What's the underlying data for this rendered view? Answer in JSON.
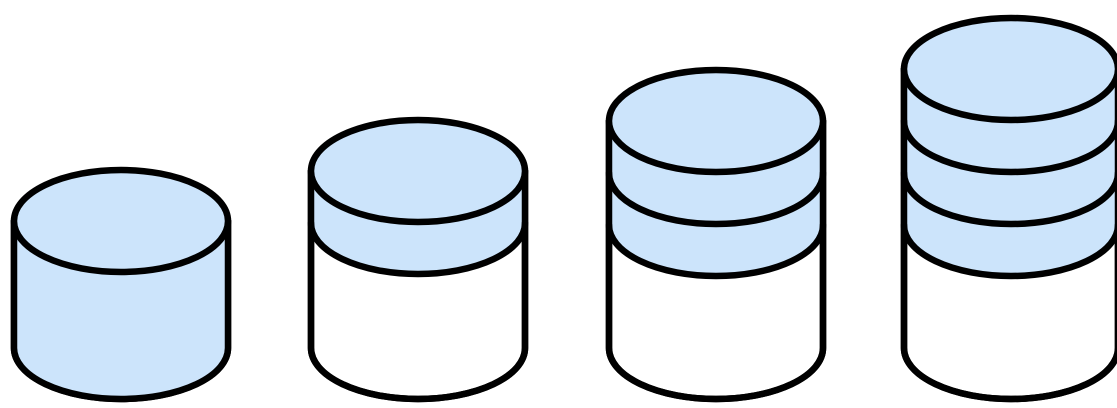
{
  "diagram": {
    "colors": {
      "fill": "#cce4fb",
      "empty": "#ffffff",
      "outline": "#000000"
    },
    "cylinders": [
      {
        "name": "cylinder-1",
        "filled_layers": 4,
        "total_layers": 4
      },
      {
        "name": "cylinder-2",
        "filled_layers": 1,
        "total_layers": 4
      },
      {
        "name": "cylinder-3",
        "filled_layers": 2,
        "total_layers": 4
      },
      {
        "name": "cylinder-4",
        "filled_layers": 3,
        "total_layers": 4
      }
    ]
  }
}
